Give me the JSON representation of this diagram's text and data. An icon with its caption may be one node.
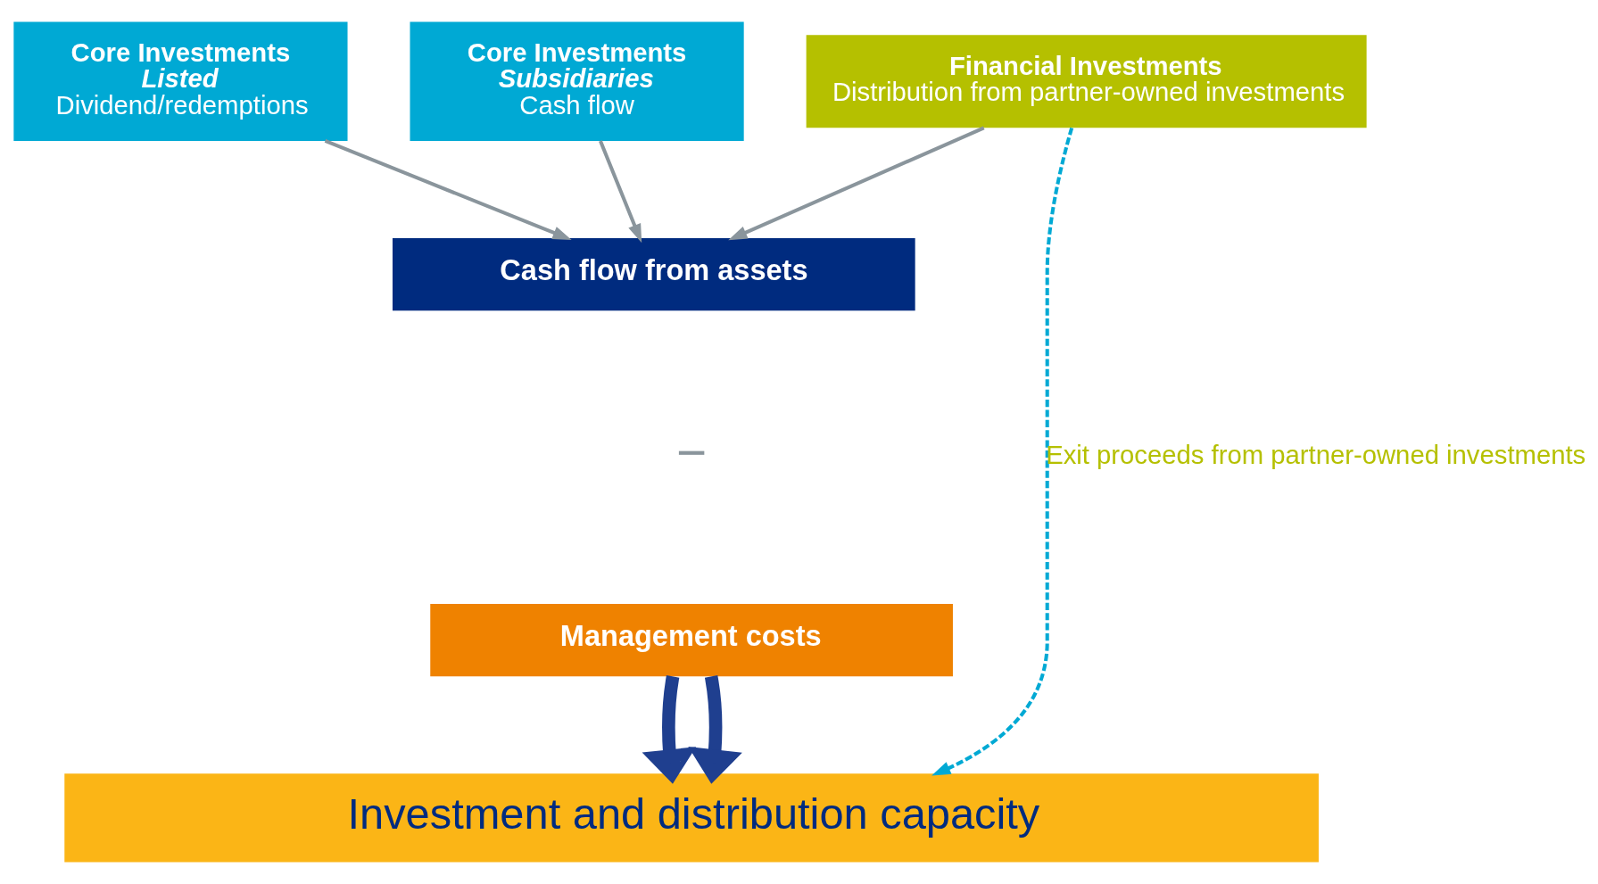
{
  "diagram": {
    "nodes": [
      {
        "text": [
          "Core Investments",
          "Listed",
          "Dividend/redemptions"
        ]
      },
      {
        "text": [
          "Core Investments",
          "Subsidiaries",
          "Cash flow"
        ]
      },
      {
        "text": [
          "Financial Investments",
          "Distribution from partner-owned investments"
        ]
      },
      {
        "text": [
          "Cash flow from assets"
        ]
      },
      {
        "text": [
          "Management costs"
        ]
      },
      {
        "text": [
          "Investment and distribution capacity"
        ]
      }
    ],
    "edges": [
      {
        "from": 0,
        "to": 3,
        "arrow": "to"
      },
      {
        "from": 1,
        "to": 3,
        "arrow": "to"
      },
      {
        "from": 2,
        "to": 3,
        "arrow": "to"
      },
      {
        "from": 4,
        "to": 5,
        "arrow": "to",
        "style": "thick",
        "color": "#1f3f8f"
      },
      {
        "from": 4,
        "to": 5,
        "arrow": "to",
        "style": "thick",
        "color": "#1f3f8f"
      },
      {
        "from": 2,
        "to": 5,
        "arrow": "to",
        "style": "dashed",
        "color": "#00a9d4",
        "label": "Exit proceeds from partner-owned investments"
      }
    ],
    "labels": [
      "−"
    ]
  }
}
